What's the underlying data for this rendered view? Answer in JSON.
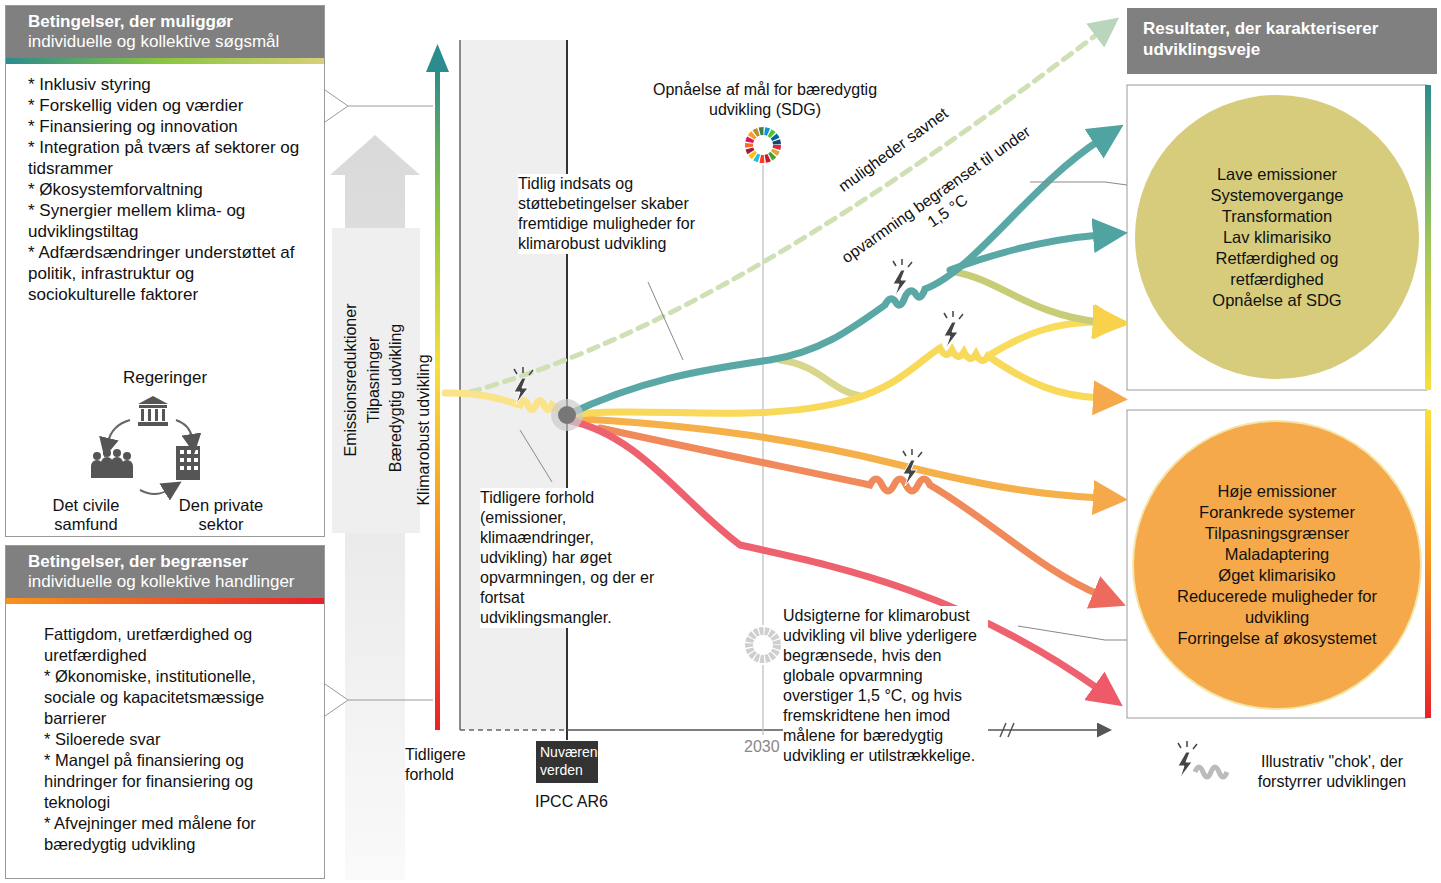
{
  "diagram": {
    "nodes": [
      {
        "text": [
          "Betingelser, der muliggør",
          "individuelle og kollektive søgsmål",
          "* Inklusiv styring",
          "* Forskellig viden og værdier",
          "* Finansiering og innovation",
          "* Integration på tværs af sektorer og tidsrammer",
          "* Økosystemforvaltning",
          "* Synergier mellem klima- og udviklingstiltag",
          "* Adfærdsændringer understøttet af politik, infrastruktur og sociokulturelle faktorer",
          "Regeringer",
          "Det civile samfund",
          "Den private sektor"
        ]
      },
      {
        "text": [
          "Betingelser, der begrænser",
          "individuelle og kollektive handlinger",
          "Fattigdom, uretfærdighed og uretfærdighed",
          "* Økonomiske, institutionelle, sociale og kapacitetsmæssige barrierer",
          "* Siloerede svar",
          "* Mangel på finansiering og hindringer for finansiering og teknologi",
          "* Afvejninger med målene for bæredygtig udvikling"
        ]
      },
      {
        "text": [
          "Resultater, der karakteriserer udviklingsveje"
        ]
      },
      {
        "text": [
          "Lave emissioner",
          "Systemovergange",
          "Transformation",
          "Lav klimarisiko",
          "Retfærdighed og retfærdighed",
          "Opnåelse af SDG"
        ]
      },
      {
        "text": [
          "Høje emissioner",
          "Forankrede systemer",
          "Tilpasningsgrænser",
          "Maladaptering",
          "Øget klimarisiko",
          "Reducerede muligheder for udvikling",
          "Forringelse af økosystemet"
        ]
      },
      {
        "text": [
          "Nuværende verden"
        ]
      }
    ],
    "labels": [
      "Emissionsreduktioner",
      "Tilpasninger",
      "Bæredygtig udvikling",
      "Klimarobust udvikling",
      "Opnåelse af mål for bæredygtig udvikling (SDG)",
      "muligheder savnet",
      "opvarmning begrænset til under 1,5 °C",
      "Tidlig indsats og støttebetingelser skaber fremtidige muligheder for klimarobust udvikling",
      "Tidligere forhold (emissioner, klimaændringer, udvikling) har øget opvarmningen, og der er fortsat udviklingsmangler.",
      "Udsigterne for klimarobust udvikling vil blive yderligere begrænsede, hvis den globale opvarmning overstiger 1,5 °C, og hvis fremskridtene hen imod målene for bæredygtig udvikling er utilstrækkelige.",
      "Tidligere forhold",
      "IPCC AR6",
      "2030"
    ],
    "legend": [
      {
        "text": "Illustrativ \"chok', der forstyrrer udviklingen"
      }
    ]
  }
}
